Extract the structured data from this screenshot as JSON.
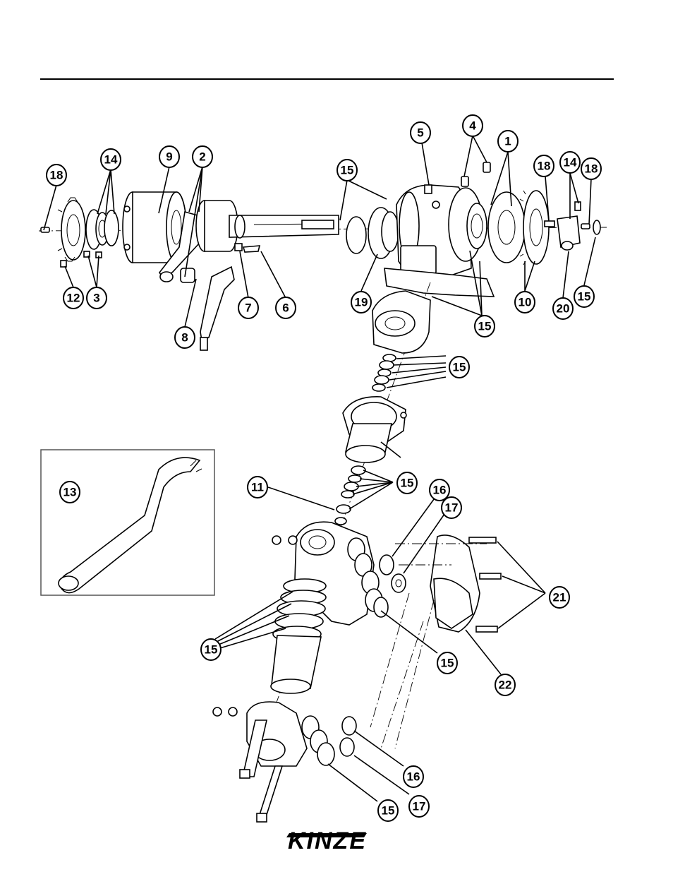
{
  "brand": {
    "logo_text": "KINZE"
  },
  "inset": {
    "label": "13",
    "tool": "spanner-wrench"
  },
  "callouts": [
    "18",
    "14",
    "9",
    "2",
    "15",
    "5",
    "4",
    "1",
    "18",
    "14",
    "18",
    "12",
    "3",
    "8",
    "7",
    "6",
    "19",
    "15",
    "10",
    "20",
    "15",
    "15",
    "15",
    "11",
    "16",
    "17",
    "21",
    "22",
    "15",
    "15",
    "16",
    "17",
    "15",
    "15"
  ]
}
